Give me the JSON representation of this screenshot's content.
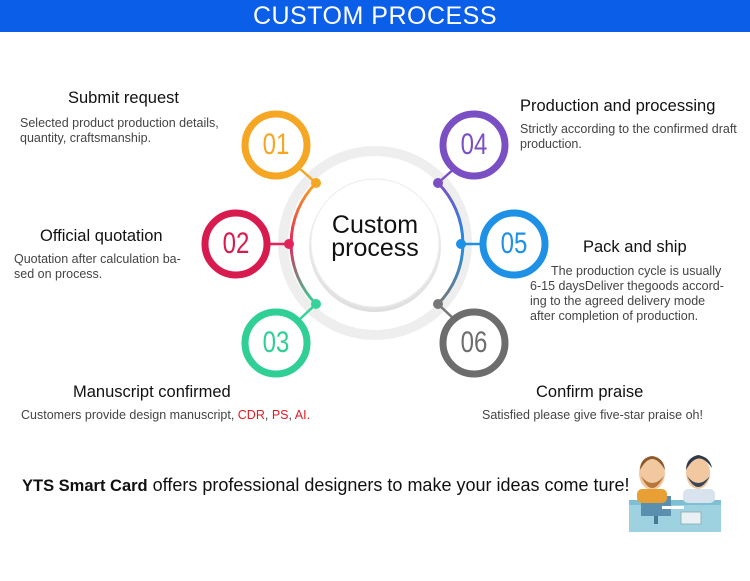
{
  "banner": {
    "title": "CUSTOM PROCESS"
  },
  "center": {
    "line1": "Custom",
    "line2": "process"
  },
  "steps": [
    {
      "num": "01",
      "title": "Submit request",
      "desc": "Selected product production details, quantity, craftsmanship.",
      "color": "#f5a623"
    },
    {
      "num": "02",
      "title": "Official quotation",
      "desc_lines": [
        "Quotation after calculation ba-",
        "sed on process."
      ],
      "color": "#d81b4f"
    },
    {
      "num": "03",
      "title": "Manuscript confirmed",
      "desc_prefix": "Customers provide design manuscript, ",
      "desc_formats": [
        "CDR",
        "PS",
        "AI"
      ],
      "color": "#2fcf95"
    },
    {
      "num": "04",
      "title": "Production and processing",
      "desc": "Strictly according to the confirmed draft production.",
      "color": "#7b4fc4"
    },
    {
      "num": "05",
      "title": "Pack and ship",
      "desc_lines": [
        "The production cycle is usually",
        "6-15 daysDeliver thegoods accord-",
        "ing to the agreed delivery mode",
        "after completion of production."
      ],
      "color": "#1e90e6"
    },
    {
      "num": "06",
      "title": "Confirm praise",
      "desc": "Satisfied please give five-star praise oh!",
      "color": "#6d6d6d"
    }
  ],
  "tagline": {
    "brand": "YTS Smart Card",
    "text": " offers professional designers to make your ideas come ture!"
  },
  "illustration": {
    "name": "two-designers-at-desk"
  }
}
